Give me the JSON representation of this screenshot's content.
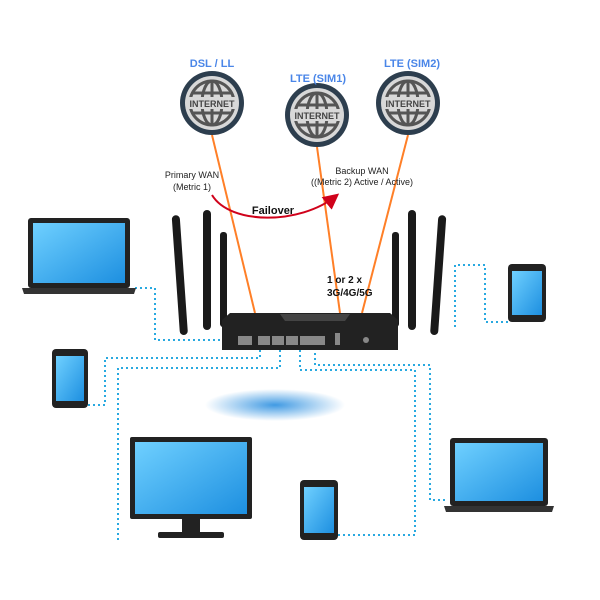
{
  "sources": [
    {
      "label": "DSL / LL",
      "globe_text": "INTERNET"
    },
    {
      "label": "LTE (SIM1)",
      "globe_text": "INTERNET"
    },
    {
      "label": "LTE (SIM2)",
      "globe_text": "INTERNET"
    }
  ],
  "primary_wan": {
    "line1": "Primary WAN",
    "line2": "(Metric 1)"
  },
  "backup_wan": {
    "line1": "Backup WAN",
    "line2": "((Metric 2) Active / Active)"
  },
  "failover_label": "Failover",
  "modem_note": {
    "line1": "1 or 2 x",
    "line2": "3G/4G/5G"
  },
  "colors": {
    "source_label": "#4a86e8",
    "wan_line": "#ff7f27",
    "lan_dots": "#29a9e0",
    "failover_arrow": "#d0021b",
    "globe": "#2d3e4e"
  }
}
